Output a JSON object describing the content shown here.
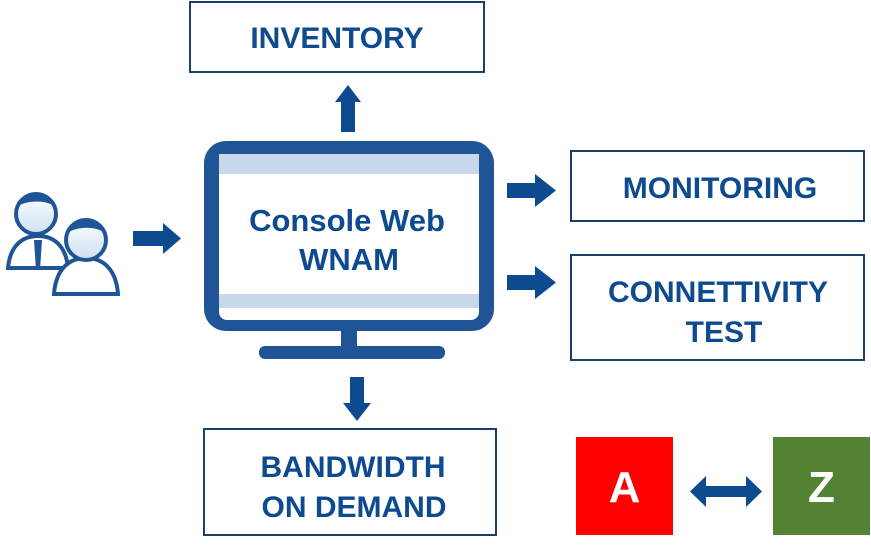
{
  "boxes": {
    "inventory": {
      "line1": "INVENTORY"
    },
    "monitoring": {
      "line1": "MONITORING"
    },
    "connectivity": {
      "line1": "CONNETTIVITY",
      "line2": "TEST"
    },
    "bandwidth": {
      "line1": "BANDWIDTH",
      "line2": "ON DEMAND"
    }
  },
  "console": {
    "line1": "Console Web",
    "line2": "WNAM"
  },
  "endpoints": {
    "a": {
      "label": "A",
      "color": "#ff0000"
    },
    "z": {
      "label": "Z",
      "color": "#548235"
    }
  },
  "icons": {
    "users": "users-icon",
    "monitor": "monitor-icon"
  },
  "colors": {
    "primary": "#0d4a8f",
    "monitor_frame": "#1f5596",
    "monitor_band": "#c9d7ea",
    "box_border": "#1a3f6e"
  }
}
